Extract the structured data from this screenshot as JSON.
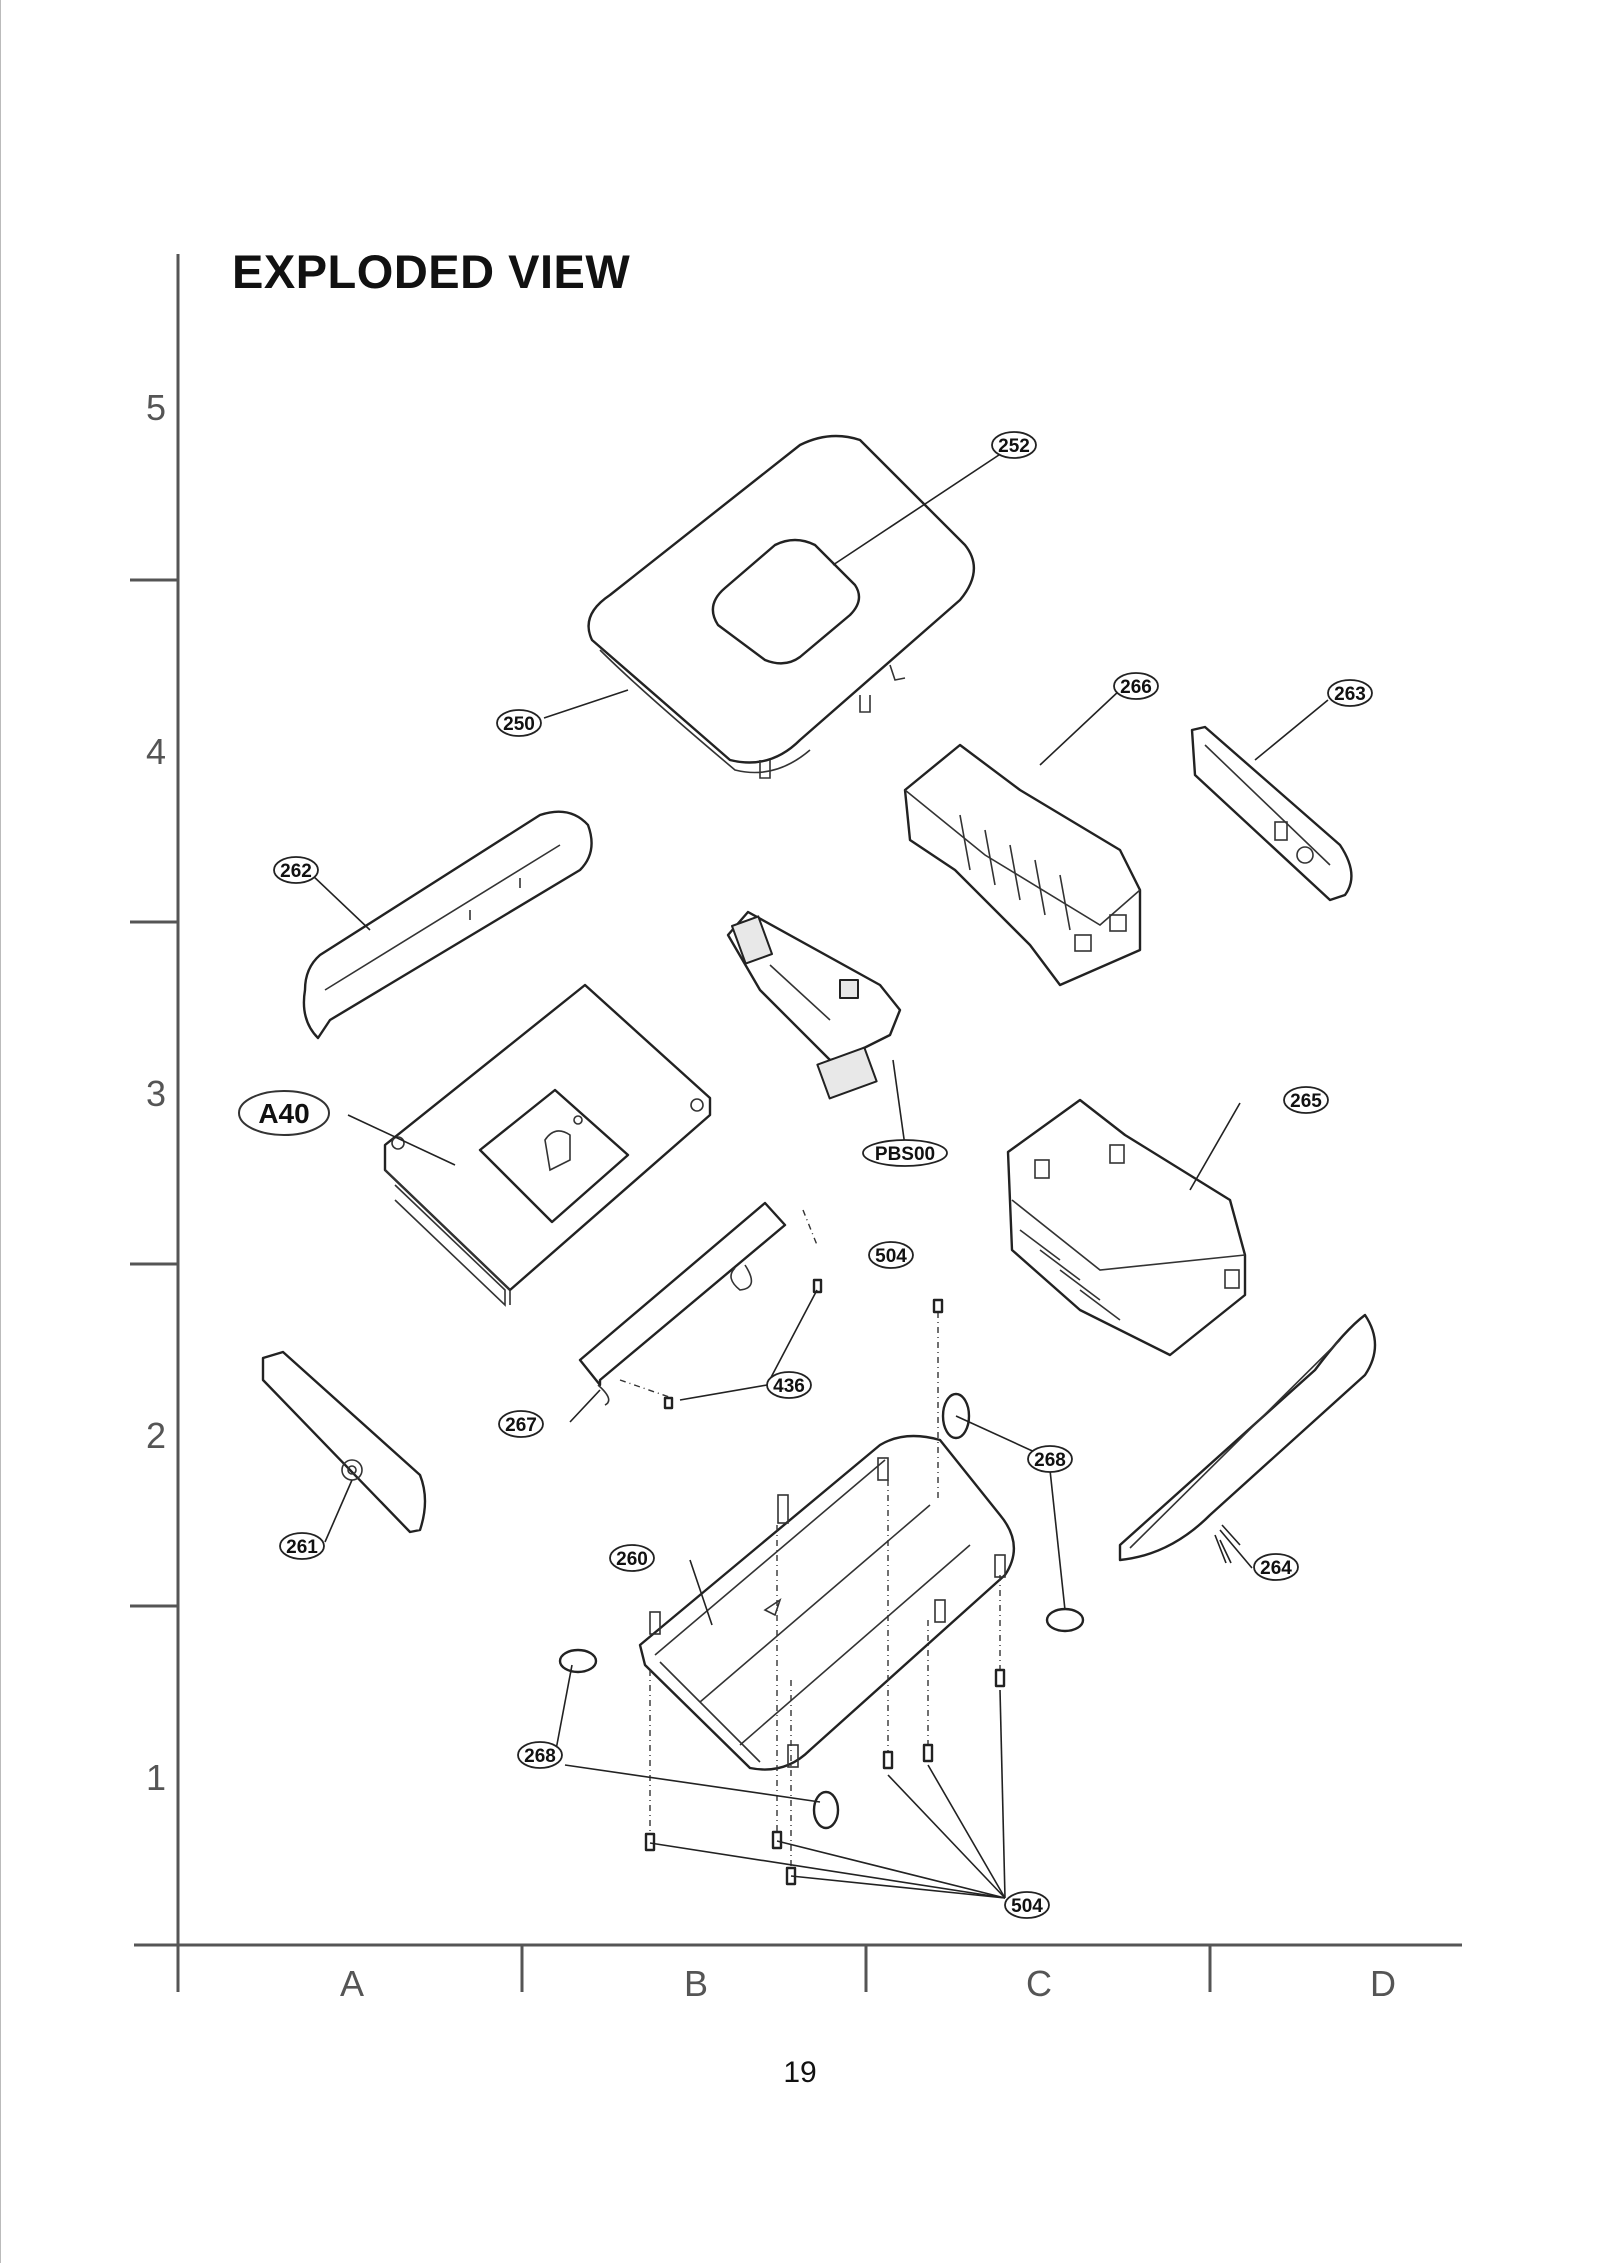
{
  "title": "EXPLODED VIEW",
  "page_number": "19",
  "grid": {
    "rows": [
      "5",
      "4",
      "3",
      "2",
      "1"
    ],
    "columns": [
      "A",
      "B",
      "C",
      "D"
    ]
  },
  "callouts": {
    "c252": "252",
    "c250": "250",
    "c266": "266",
    "c263": "263",
    "c262": "262",
    "cA40": "A40",
    "cPBS00": "PBS00",
    "c265": "265",
    "c504a": "504",
    "c436": "436",
    "c267": "267",
    "c268a": "268",
    "c261": "261",
    "c260": "260",
    "c264": "264",
    "c268b": "268",
    "c504b": "504"
  }
}
